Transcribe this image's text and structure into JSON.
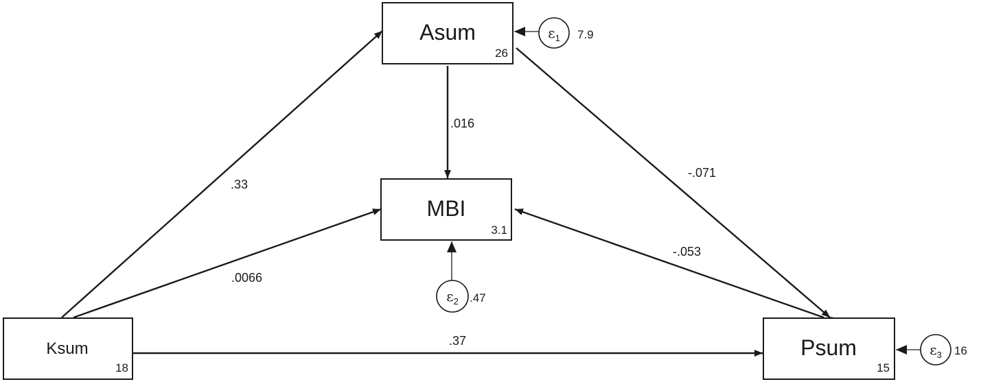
{
  "nodes": [
    {
      "id": "asum",
      "label": "Asum",
      "intercept": "26"
    },
    {
      "id": "mbi",
      "label": "MBI",
      "intercept": "3.1"
    },
    {
      "id": "ksum",
      "label": "Ksum",
      "intercept": "18"
    },
    {
      "id": "psum",
      "label": "Psum",
      "intercept": "15"
    }
  ],
  "paths": [
    {
      "from": "asum",
      "to": "mbi",
      "coef": ".016"
    },
    {
      "from": "ksum",
      "to": "asum",
      "coef": ".33"
    },
    {
      "from": "asum",
      "to": "psum",
      "coef": "-.071"
    },
    {
      "from": "ksum",
      "to": "mbi",
      "coef": ".0066"
    },
    {
      "from": "psum",
      "to": "mbi",
      "coef": "-.053"
    },
    {
      "from": "ksum",
      "to": "psum",
      "coef": ".37"
    }
  ],
  "errors": [
    {
      "symbol": "ε",
      "index": "1",
      "target": "asum",
      "variance": "7.9"
    },
    {
      "symbol": "ε",
      "index": "2",
      "target": "mbi",
      "variance": ".47"
    },
    {
      "symbol": "ε",
      "index": "3",
      "target": "psum",
      "variance": "16"
    }
  ]
}
